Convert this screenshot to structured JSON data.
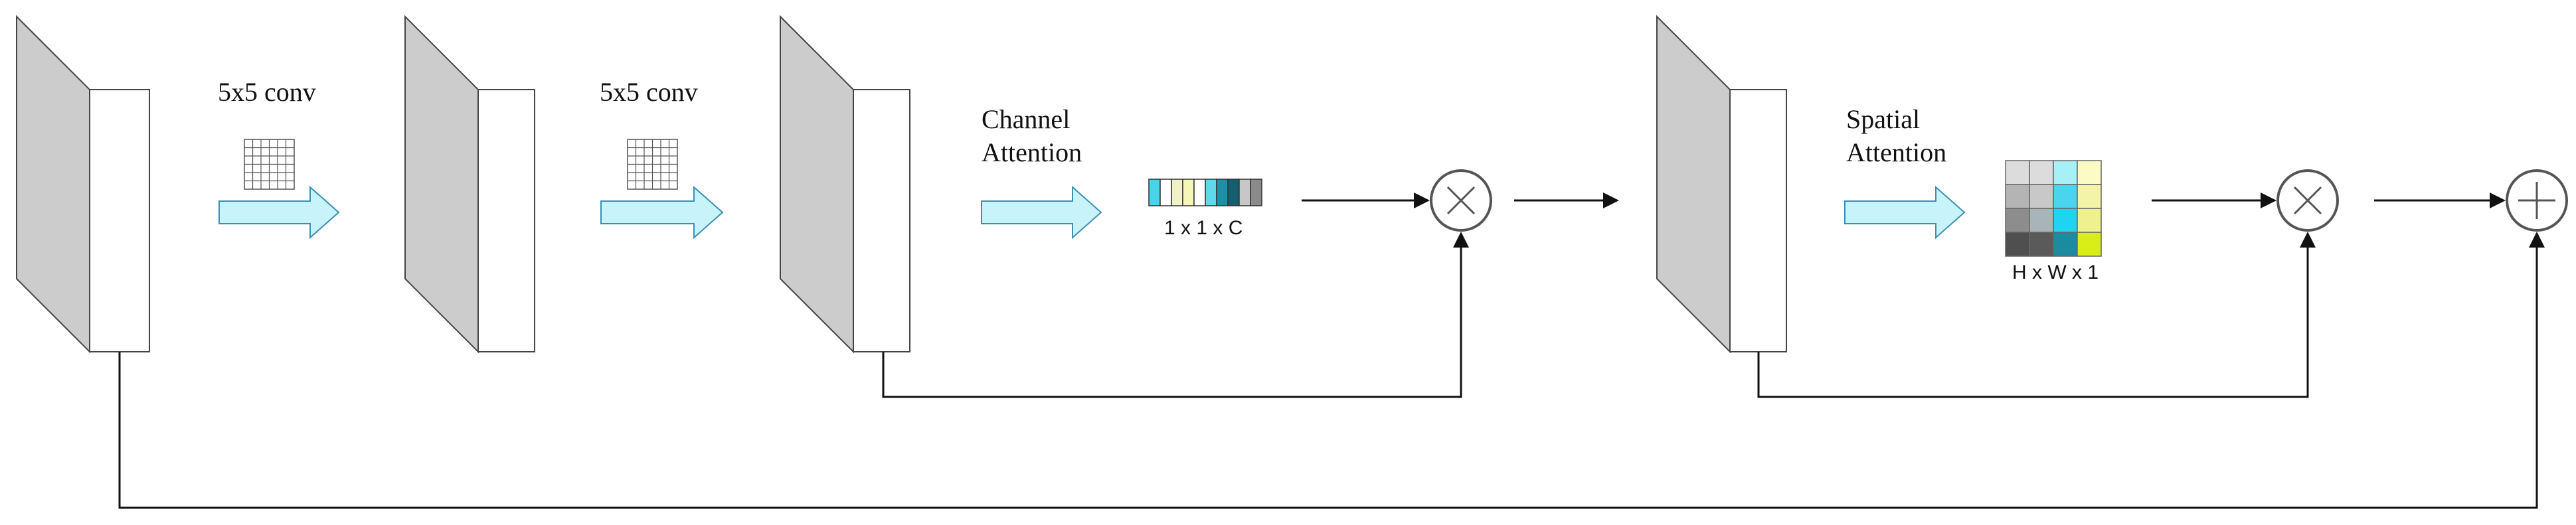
{
  "labels": {
    "conv1": "5x5 conv",
    "conv2": "5x5 conv",
    "channel_attention_line1": "Channel",
    "channel_attention_line2": "Attention",
    "channel_dims": "1 x 1 x C",
    "spatial_attention_line1": "Spatial",
    "spatial_attention_line2": "Attention",
    "spatial_dims": "H x W x 1"
  },
  "colors": {
    "block_side": "#cccccc",
    "block_front": "#ffffff",
    "block_stroke": "#444444",
    "arrow_fill": "#c9f3fa",
    "arrow_stroke": "#3a8fb5",
    "line": "#111111",
    "operator_stroke": "#555555"
  },
  "channel_vector_colors": [
    "#49d3ea",
    "#ffffff",
    "#f1f2c8",
    "#f5f6b8",
    "#ffffff",
    "#5fd8ec",
    "#1d8fa6",
    "#155e70",
    "#c7c7c7",
    "#8a8a8a"
  ],
  "spatial_map_colors": [
    [
      "#dcdcdc",
      "#dcdcdc",
      "#a8f0f8",
      "#fbfbc6"
    ],
    [
      "#b4b4b4",
      "#c8c8c8",
      "#49d5ee",
      "#f4f4a8"
    ],
    [
      "#8d8d8d",
      "#a9b4b9",
      "#1fd4f0",
      "#eef28e"
    ],
    [
      "#4f4f4f",
      "#5a5a5a",
      "#1c8ba0",
      "#d9ee17"
    ]
  ],
  "operators": [
    "multiply",
    "multiply",
    "add"
  ]
}
